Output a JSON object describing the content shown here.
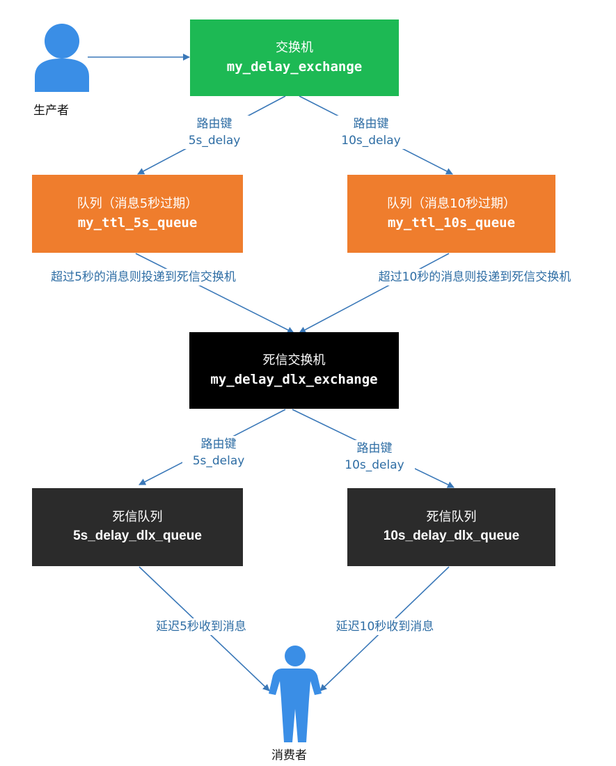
{
  "colors": {
    "exchange": "#1db954",
    "queue": "#ef7d2d",
    "dlx": "#000000",
    "dead_queue": "#2b2b2b",
    "arrow": "#3a78b8",
    "actor": "#3a8ee6"
  },
  "producer": {
    "label": "生产者",
    "icon": "user-icon"
  },
  "consumer": {
    "label": "消费者",
    "icon": "person-icon"
  },
  "exchange": {
    "title": "交换机",
    "name": "my_delay_exchange"
  },
  "routing_left": {
    "line1": "路由键",
    "line2": "5s_delay"
  },
  "routing_right": {
    "line1": "路由键",
    "line2": "10s_delay"
  },
  "queue_5s": {
    "title": "队列（消息5秒过期）",
    "name": "my_ttl_5s_queue"
  },
  "queue_10s": {
    "title": "队列（消息10秒过期）",
    "name": "my_ttl_10s_queue"
  },
  "expire_left": "超过5秒的消息则投递到死信交换机",
  "expire_right": "超过10秒的消息则投递到死信交换机",
  "dlx": {
    "title": "死信交换机",
    "name": "my_delay_dlx_exchange"
  },
  "dlx_routing_left": {
    "line1": "路由键",
    "line2": "5s_delay"
  },
  "dlx_routing_right": {
    "line1": "路由键",
    "line2": "10s_delay"
  },
  "dead_5s": {
    "title": "死信队列",
    "name": "5s_delay_dlx_queue"
  },
  "dead_10s": {
    "title": "死信队列",
    "name": "10s_delay_dlx_queue"
  },
  "recv_left": "延迟5秒收到消息",
  "recv_right": "延迟10秒收到消息"
}
